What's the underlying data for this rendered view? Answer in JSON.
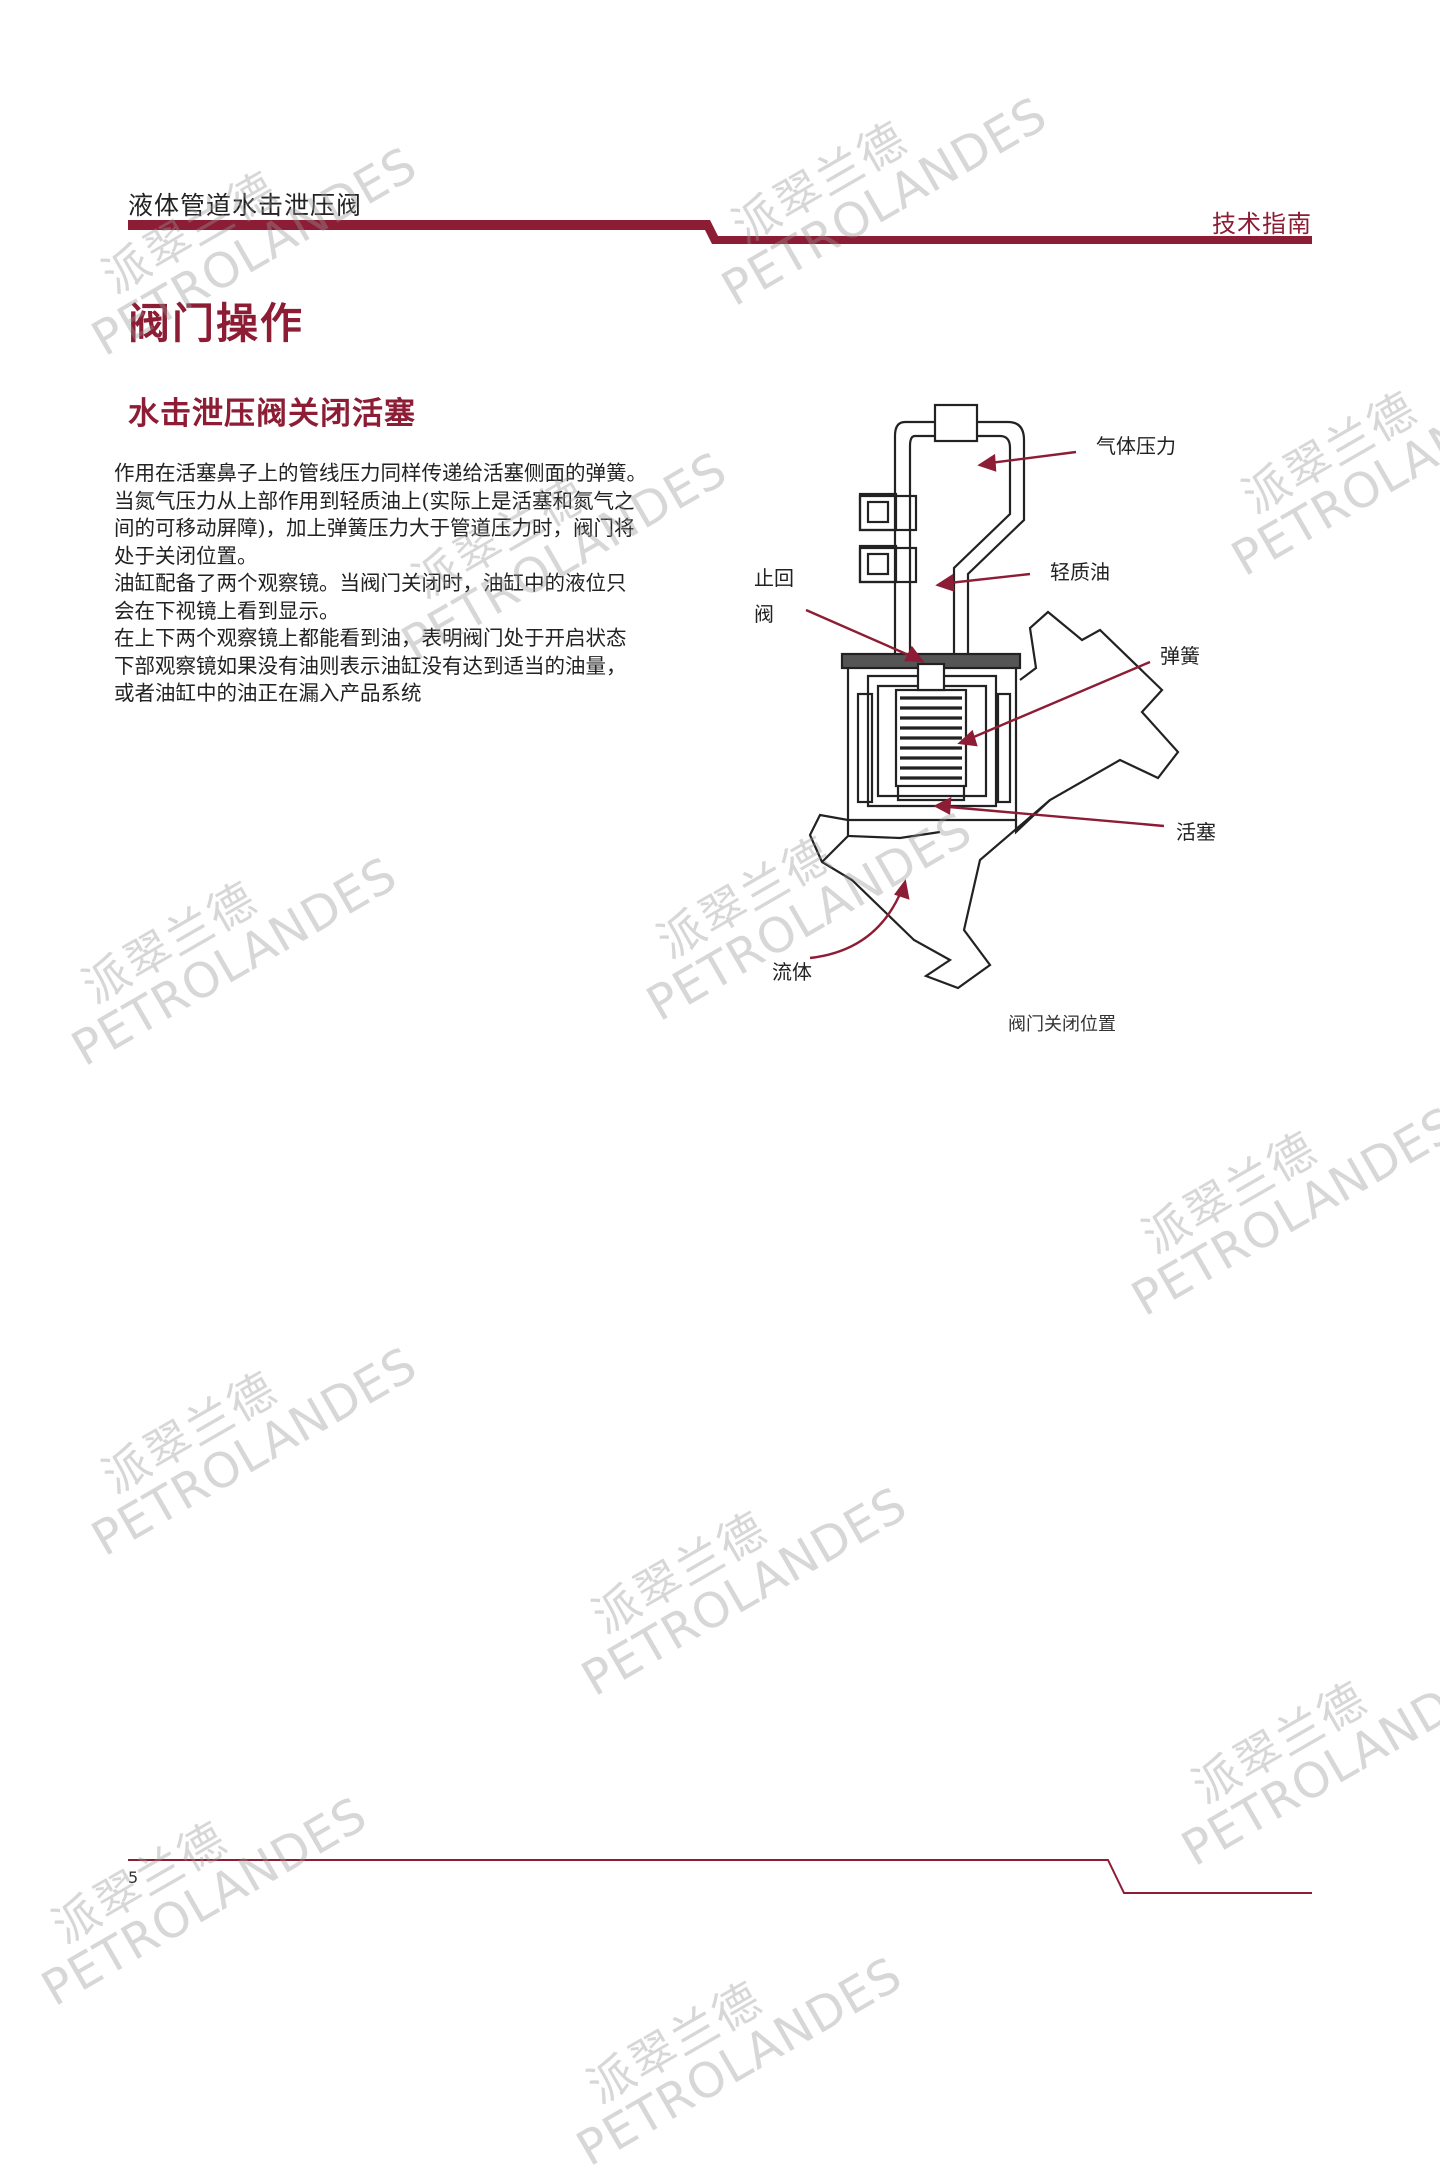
{
  "header": {
    "doc_title": "液体管道水击泄压阀",
    "section_tag": "技术指南",
    "accent_color": "#8c1d35"
  },
  "page": {
    "title": "阀门操作",
    "subtitle": "水击泄压阀关闭活塞",
    "paragraphs": [
      "作用在活塞鼻子上的管线压力同样传递给活塞侧面的弹簧。",
      "当氮气压力从上部作用到轻质油上(实际上是活塞和氮气之",
      "间的可移动屏障)，加上弹簧压力大于管道压力时，阀门将",
      "处于关闭位置。",
      "油缸配备了两个观察镜。当阀门关闭时，油缸中的液位只",
      "会在下视镜上看到显示。",
      "在上下两个观察镜上都能看到油，表明阀门处于开启状态",
      "下部观察镜如果没有油则表示油缸没有达到适当的油量，",
      "或者油缸中的油正在漏入产品系统"
    ]
  },
  "diagram": {
    "labels": {
      "gas_pressure": "气体压力",
      "light_oil": "轻质油",
      "check_valve_1": "止回",
      "check_valve_2": "阀",
      "spring": "弹簧",
      "piston": "活塞",
      "fluid": "流体"
    },
    "caption": "阀门关闭位置"
  },
  "footer": {
    "page_number": "5"
  },
  "watermark": {
    "cn": "派翠兰德",
    "en": "PETROLANDES"
  }
}
